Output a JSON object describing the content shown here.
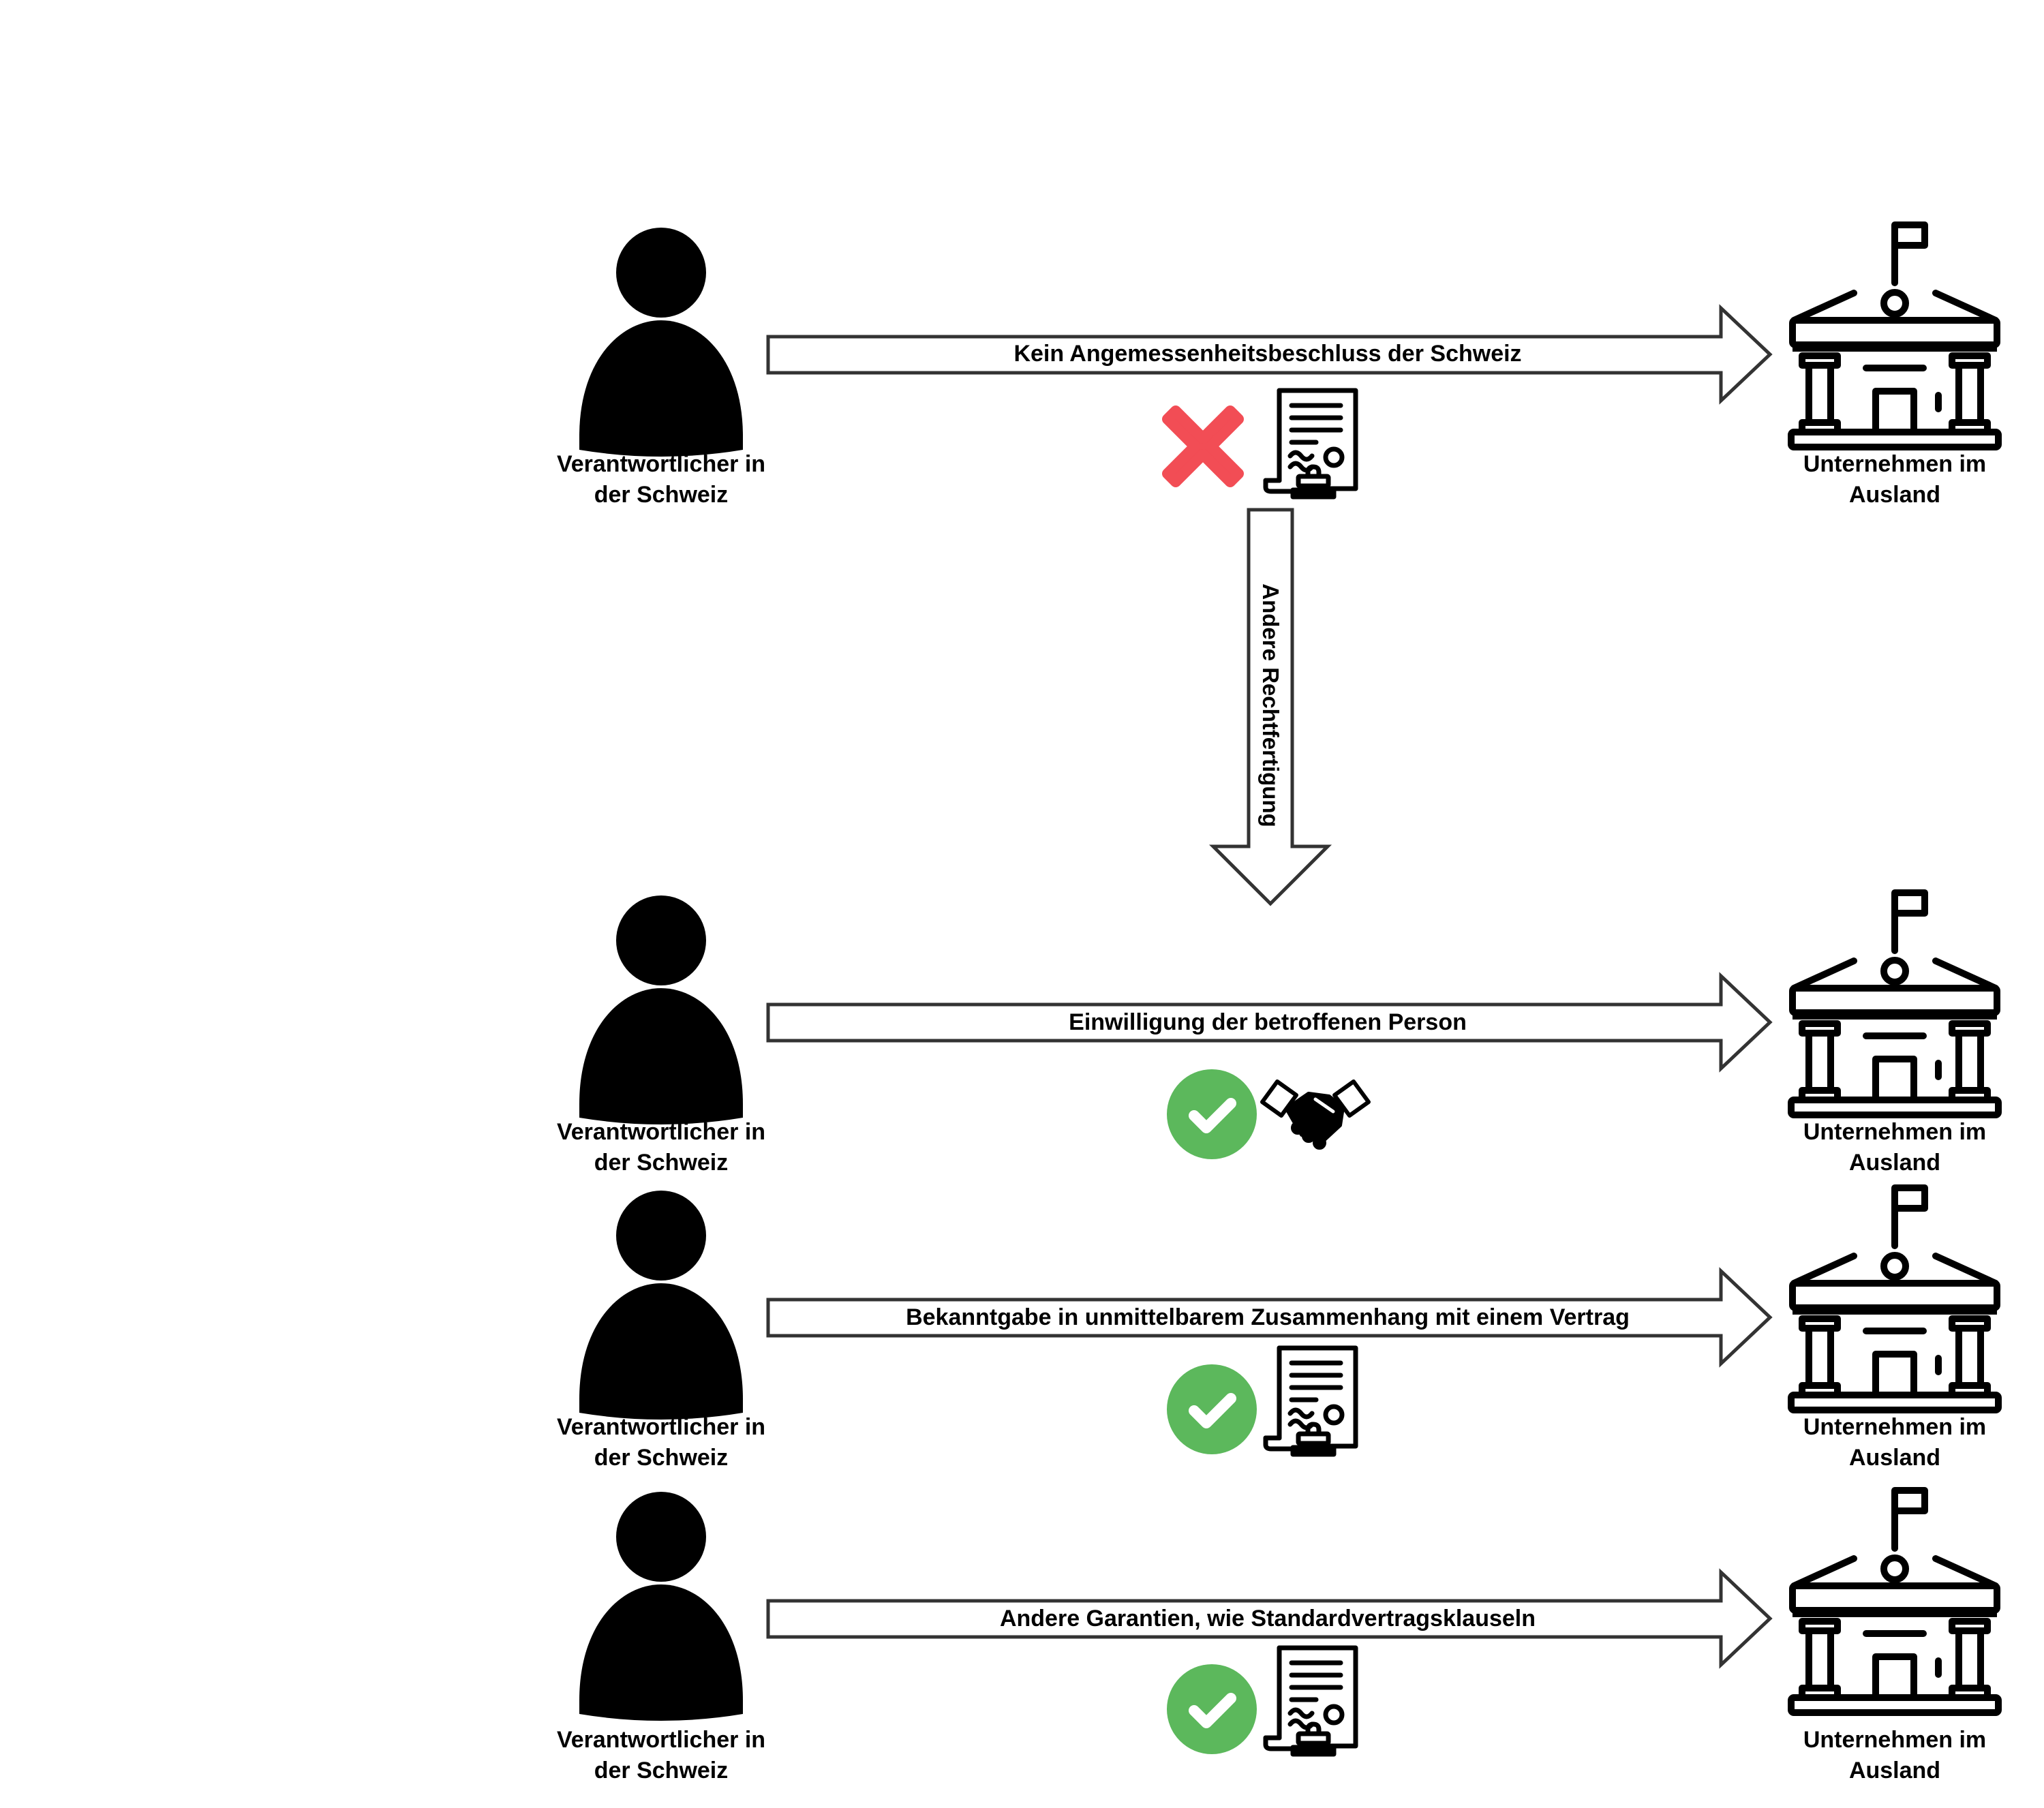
{
  "colors": {
    "stroke": "#000000",
    "arrow_stroke": "#333333",
    "arrow_fill": "#ffffff",
    "cross": "#f24d55",
    "check": "#5cb85c",
    "check_mark": "#ffffff"
  },
  "top_row": {
    "sender_label": [
      "Verantwortlicher in",
      "der Schweiz"
    ],
    "receiver_label": [
      "Unternehmen im",
      "Ausland"
    ],
    "arrow_label": "Kein Angemessenheitsbeschluss der Schweiz",
    "status_icon": "red-cross-icon",
    "doc_icon": "certificate-document-icon"
  },
  "down_arrow": {
    "label": "Andere Rechtfertigung"
  },
  "rows": [
    {
      "sender_label": [
        "Verantwortlicher in",
        "der Schweiz"
      ],
      "receiver_label": [
        "Unternehmen im",
        "Ausland"
      ],
      "arrow_label": "Einwilligung der betroffenen Person",
      "status_icon": "green-check-icon",
      "doc_icon": "handshake-icon"
    },
    {
      "sender_label": [
        "Verantwortlicher in",
        "der Schweiz"
      ],
      "receiver_label": [
        "Unternehmen im",
        "Ausland"
      ],
      "arrow_label": "Bekanntgabe in unmittelbarem Zusammenhang mit einem Vertrag",
      "status_icon": "green-check-icon",
      "doc_icon": "certificate-document-icon"
    },
    {
      "sender_label": [
        "Verantwortlicher in",
        "der Schweiz"
      ],
      "receiver_label": [
        "Unternehmen im",
        "Ausland"
      ],
      "arrow_label": "Andere Garantien, wie Standardvertragsklauseln",
      "status_icon": "green-check-icon",
      "doc_icon": "certificate-document-icon"
    }
  ]
}
